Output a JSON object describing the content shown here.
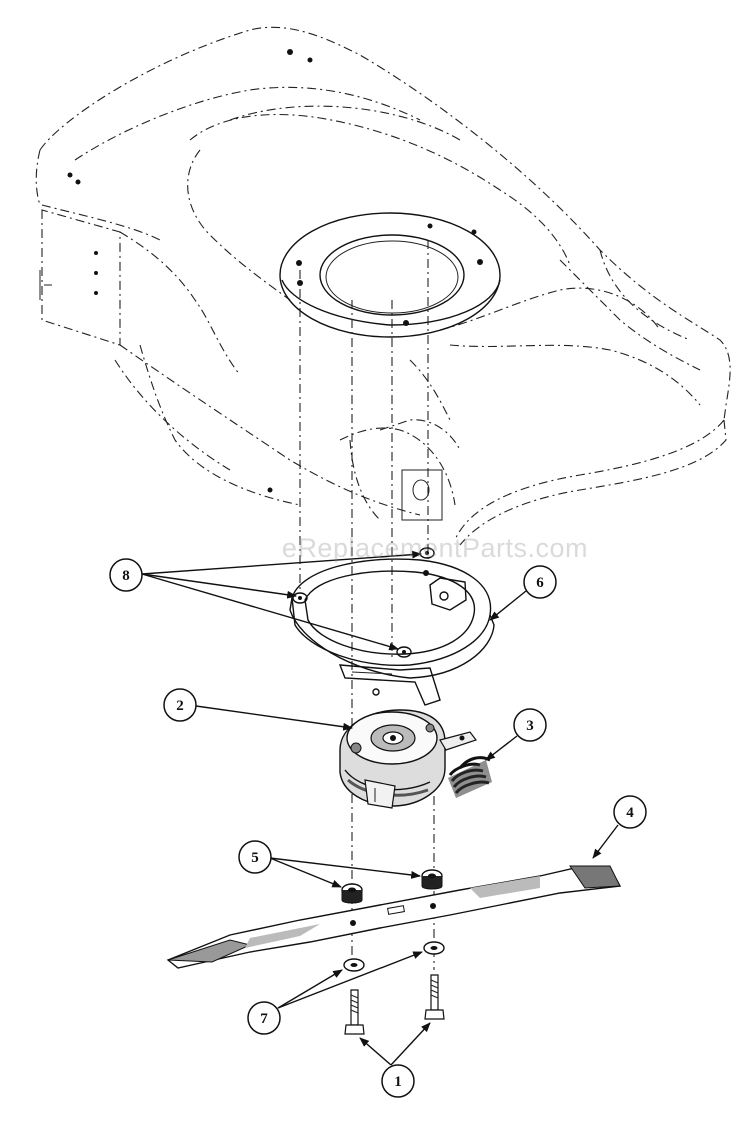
{
  "watermark": "eReplacementParts.com",
  "callouts": [
    {
      "id": "c1",
      "label": "1"
    },
    {
      "id": "c2",
      "label": "2"
    },
    {
      "id": "c3",
      "label": "3"
    },
    {
      "id": "c4",
      "label": "4"
    },
    {
      "id": "c5",
      "label": "5"
    },
    {
      "id": "c6",
      "label": "6"
    },
    {
      "id": "c7",
      "label": "7"
    },
    {
      "id": "c8",
      "label": "8"
    }
  ]
}
